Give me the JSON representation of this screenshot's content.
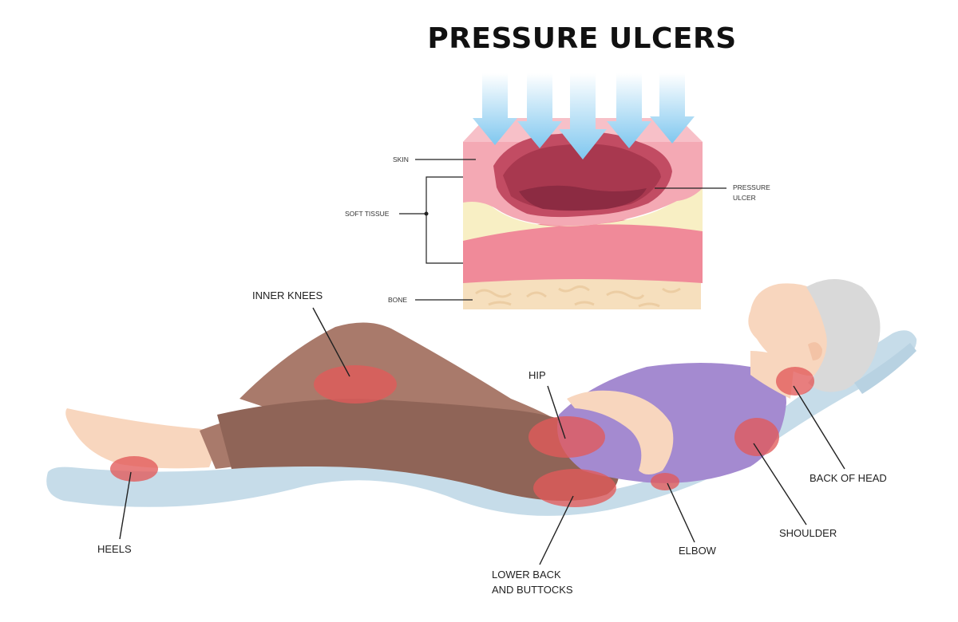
{
  "title": "PRESSURE ULCERS",
  "cross_section": {
    "skin": "SKIN",
    "soft_tissue": "SOFT TISSUE",
    "bone": "BONE",
    "pressure_ulcer_line1": "PRESSURE",
    "pressure_ulcer_line2": "ULCER"
  },
  "body_sites": {
    "inner_knees": "INNER KNEES",
    "hip": "HIP",
    "heels": "HEELS",
    "lower_back_line1": "LOWER BACK",
    "lower_back_line2": "AND BUTTOCKS",
    "elbow": "ELBOW",
    "shoulder": "SHOULDER",
    "back_of_head": "BACK OF HEAD"
  },
  "colors": {
    "arrow": "#7fc7ef",
    "skin_layer": "#f4a9b4",
    "fat_layer": "#f8efc4",
    "muscle_layer": "#f08a99",
    "bone_layer": "#f6dfbd",
    "ulcer": "#a8384f",
    "mattress": "#c6dce9",
    "pants": "#a97a6b",
    "shirt": "#a48ad0",
    "skin": "#f8d6be",
    "hair": "#d9d9d9",
    "pressure_spot": "#e25a5a"
  }
}
